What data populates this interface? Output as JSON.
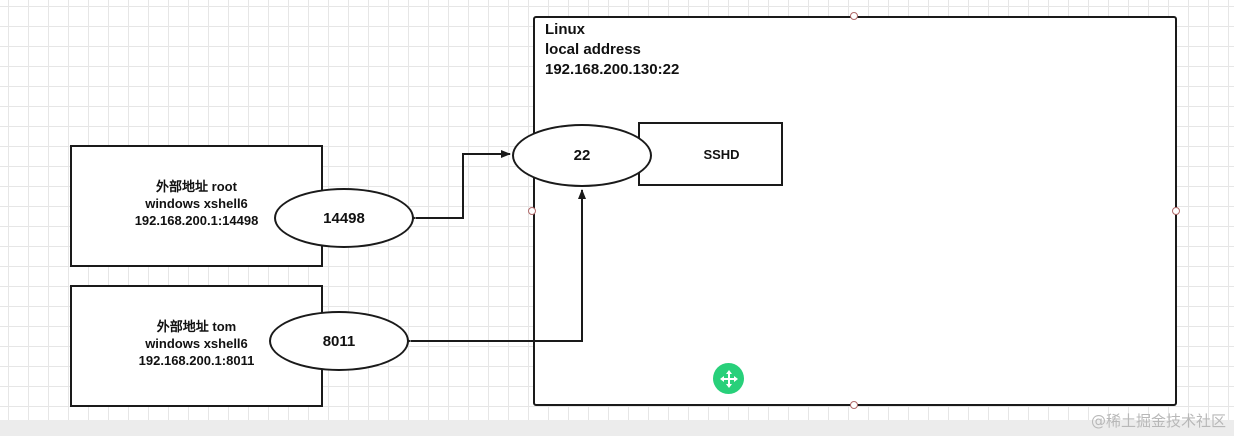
{
  "linux_box": {
    "title": "Linux",
    "subtitle": "local address",
    "address": "192.168.200.130:22"
  },
  "sshd": {
    "label": "SSHD"
  },
  "port_22": {
    "label": "22"
  },
  "external_root": {
    "line1": "外部地址 root",
    "line2": "windows xshell6",
    "line3": "192.168.200.1:14498",
    "port_label": "14498"
  },
  "external_tom": {
    "line1": "外部地址 tom",
    "line2": "windows xshell6",
    "line3": "192.168.200.1:8011",
    "port_label": "8011"
  },
  "watermark": "@稀土掘金技术社区",
  "colors": {
    "stroke": "#1a1a1a",
    "move_handle": "#28d07a",
    "grid": "#e6e6e6"
  },
  "icons": {
    "move": "move-arrows-icon"
  }
}
